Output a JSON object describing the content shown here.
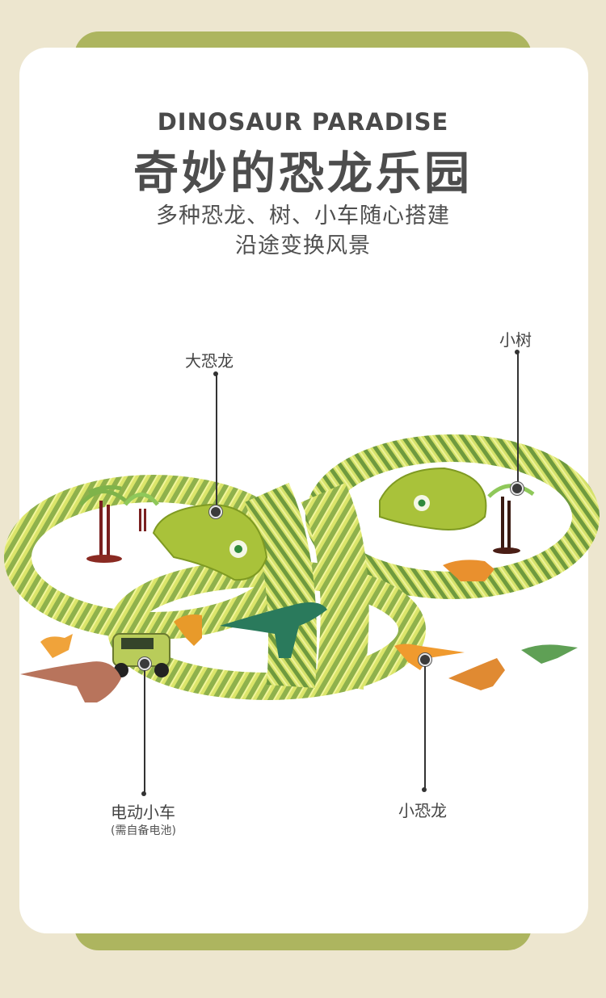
{
  "header": {
    "title_en": "DINOSAUR PARADISE",
    "title_cn": "奇妙的恐龙乐园",
    "subtitle_line1": "多种恐龙、树、小车随心搭建",
    "subtitle_line2": "沿途变换风景"
  },
  "callouts": [
    {
      "label": "大恐龙",
      "note": ""
    },
    {
      "label": "小树",
      "note": ""
    },
    {
      "label": "电动小车",
      "note": "(需自备电池)"
    },
    {
      "label": "小恐龙",
      "note": ""
    }
  ],
  "colors": {
    "page_bg": "#ede6cf",
    "accent_olive": "#adb55f",
    "card_bg": "#ffffff",
    "text": "#4a4a4a",
    "track_light": "#dbe56a",
    "track_dark": "#6f9a3e"
  },
  "product": {
    "description": "Dinosaur race track set with figure-eight flexible track, two dinosaur head tunnels, palm trees, toy car and dinosaur figurines"
  }
}
